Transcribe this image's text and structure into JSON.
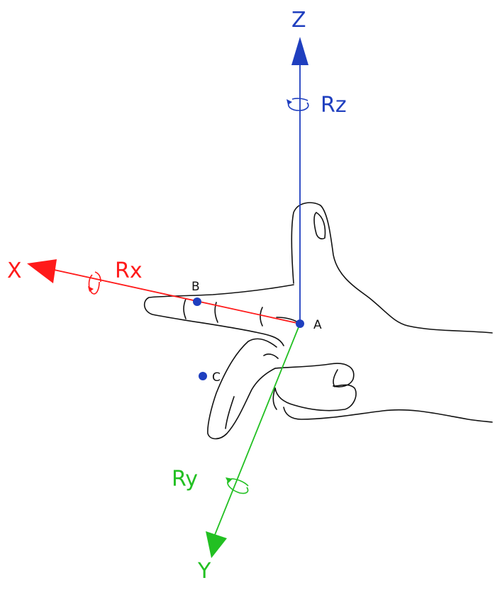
{
  "colors": {
    "x_axis": "#ff1a1a",
    "y_axis": "#22c022",
    "z_axis": "#1f3fbf",
    "point": "#1f3fbf",
    "hand_outline": "#111111"
  },
  "axes": {
    "x": {
      "label": "X",
      "rotation_label": "Rx",
      "icon": "rotation-arrow-icon"
    },
    "y": {
      "label": "Y",
      "rotation_label": "Ry",
      "icon": "rotation-arrow-icon"
    },
    "z": {
      "label": "Z",
      "rotation_label": "Rz",
      "icon": "rotation-arrow-icon"
    }
  },
  "points": {
    "a": {
      "label": "A"
    },
    "b": {
      "label": "B"
    },
    "c": {
      "label": "C"
    }
  },
  "hand": {
    "icon": "hand-outline-icon"
  }
}
